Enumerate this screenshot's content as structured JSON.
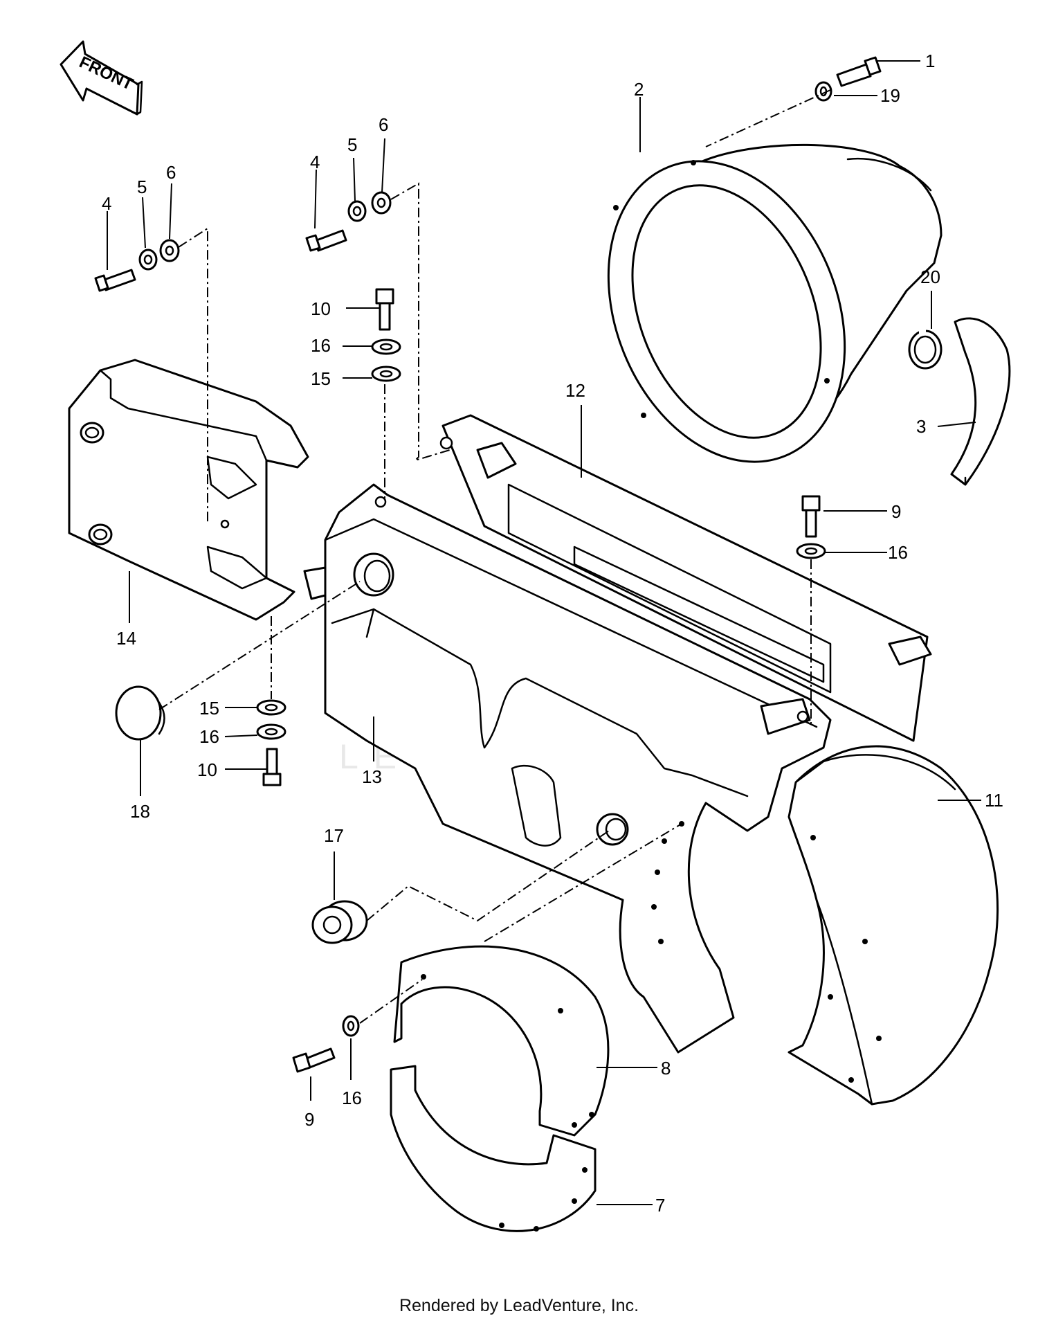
{
  "direction_arrow": {
    "label": "FRONT"
  },
  "watermark": {
    "text": "LEADVENTURE"
  },
  "footer": {
    "text": "Rendered by LeadVenture, Inc."
  },
  "callouts": {
    "c1": "1",
    "c19": "19",
    "c2": "2",
    "c20": "20",
    "c3": "3",
    "c4a": "4",
    "c5a": "5",
    "c6a": "6",
    "c4b": "4",
    "c5b": "5",
    "c6b": "6",
    "c10a": "10",
    "c16a": "16",
    "c15a": "15",
    "c12": "12",
    "c9a": "9",
    "c16b": "16",
    "c14": "14",
    "c15b": "15",
    "c16c": "16",
    "c10b": "10",
    "c18": "18",
    "c13": "13",
    "c11": "11",
    "c17": "17",
    "c8": "8",
    "c9b": "9",
    "c16d": "16",
    "c7": "7"
  }
}
